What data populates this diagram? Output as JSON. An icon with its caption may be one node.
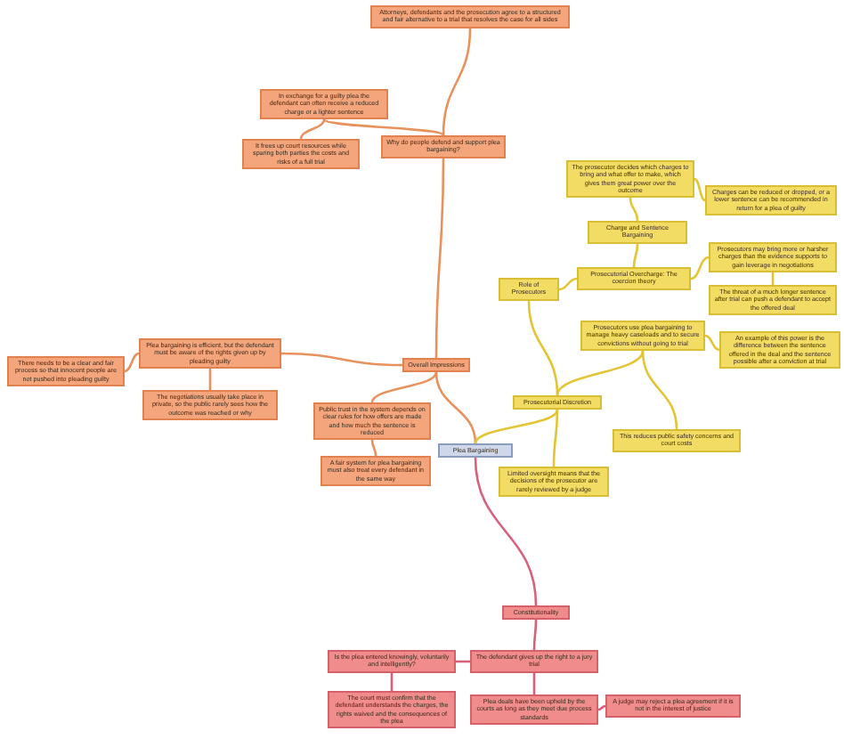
{
  "diagram": {
    "nodes": [
      {
        "text": [
          "Plea Bargaining"
        ]
      },
      {
        "text": [
          "Attorneys, defendants and the prosecution agree to a structured and fair alternative to a trial that resolves the case for all sides"
        ]
      },
      {
        "text": [
          "In exchange for a guilty plea the defendant can often receive a reduced charge or a lighter sentence"
        ]
      },
      {
        "text": [
          "It frees up court resources while sparing both parties the costs and risks of a full trial"
        ]
      },
      {
        "text": [
          "Why do people defend and support plea bargaining?"
        ]
      },
      {
        "text": [
          "Overall Impressions"
        ]
      },
      {
        "text": [
          "Plea bargaining is efficient, but the defendant must be aware of the rights given up by pleading guilty"
        ]
      },
      {
        "text": [
          "There needs to be a clear and fair process so that innocent people are not pushed into pleading guilty"
        ]
      },
      {
        "text": [
          "The negotiations usually take place in private, so the public rarely sees how the outcome was reached or why"
        ]
      },
      {
        "text": [
          "Public trust in the system depends on clear rules for how offers are made and how much the sentence is reduced"
        ]
      },
      {
        "text": [
          "A fair system for plea bargaining must also treat every defendant in the same way"
        ]
      },
      {
        "text": [
          "Prosecutorial Discretion"
        ]
      },
      {
        "text": [
          "Role of Prosecutors"
        ]
      },
      {
        "text": [
          "The prosecutor decides which charges to bring and what offer to make, which gives them great power over the outcome"
        ]
      },
      {
        "text": [
          "Charge and Sentence Bargaining"
        ]
      },
      {
        "text": [
          "Charges can be reduced or dropped, or a lower sentence can be recommended in return for a plea of guilty"
        ]
      },
      {
        "text": [
          "Prosecutorial Overcharge: The coercion theory"
        ]
      },
      {
        "text": [
          "Prosecutors may bring more or harsher charges than the evidence supports to gain leverage in negotiations"
        ]
      },
      {
        "text": [
          "The threat of a much longer sentence after trial can push a defendant to accept the offered deal"
        ]
      },
      {
        "text": [
          "Prosecutors use plea bargaining to manage heavy caseloads and to secure convictions without going to trial"
        ]
      },
      {
        "text": [
          "An example of this power is the difference between the sentence offered in the deal and the sentence possible after a conviction at trial"
        ]
      },
      {
        "text": [
          "This reduces public safety concerns and court costs"
        ]
      },
      {
        "text": [
          "Limited oversight means that the decisions of the prosecutor are rarely reviewed by a judge"
        ]
      },
      {
        "text": [
          "Constitutionality"
        ]
      },
      {
        "text": [
          "Is the plea entered knowingly, voluntarily and intelligently?"
        ]
      },
      {
        "text": [
          "The defendant gives up the right to a jury trial"
        ]
      },
      {
        "text": [
          "The court must confirm that the defendant understands the charges, the rights waived and the consequences of the plea"
        ]
      },
      {
        "text": [
          "Plea deals have been upheld by the courts as long as they meet due process standards"
        ]
      },
      {
        "text": [
          "A judge may reject a plea agreement if it is not in the interest of justice"
        ]
      }
    ],
    "edges": [
      {
        "from": 1,
        "to": 4,
        "arrow": "none",
        "color": "#e8915c"
      },
      {
        "from": 4,
        "to": 2,
        "arrow": "none",
        "color": "#e8915c"
      },
      {
        "from": 2,
        "to": 3,
        "arrow": "none",
        "color": "#e8915c"
      },
      {
        "from": 4,
        "to": 5,
        "arrow": "none",
        "color": "#e8915c"
      },
      {
        "from": 5,
        "to": 0,
        "arrow": "none",
        "color": "#e8915c"
      },
      {
        "from": 5,
        "to": 6,
        "arrow": "none",
        "color": "#e8915c"
      },
      {
        "from": 6,
        "to": 7,
        "arrow": "none",
        "color": "#e8915c"
      },
      {
        "from": 6,
        "to": 8,
        "arrow": "none",
        "color": "#e8915c"
      },
      {
        "from": 5,
        "to": 9,
        "arrow": "none",
        "color": "#e8915c"
      },
      {
        "from": 9,
        "to": 10,
        "arrow": "none",
        "color": "#e8915c"
      },
      {
        "from": 0,
        "to": 11,
        "arrow": "none"
      },
      {
        "from": 11,
        "to": 12,
        "arrow": "none"
      },
      {
        "from": 16,
        "to": 14,
        "arrow": "none"
      },
      {
        "from": 14,
        "to": 13,
        "arrow": "none"
      },
      {
        "from": 13,
        "to": 15,
        "arrow": "none"
      },
      {
        "from": 12,
        "to": 16,
        "arrow": "none"
      },
      {
        "from": 16,
        "to": 17,
        "arrow": "none"
      },
      {
        "from": 17,
        "to": 18,
        "arrow": "none"
      },
      {
        "from": 11,
        "to": 19,
        "arrow": "none"
      },
      {
        "from": 19,
        "to": 20,
        "arrow": "none"
      },
      {
        "from": 19,
        "to": 21,
        "arrow": "none"
      },
      {
        "from": 11,
        "to": 22,
        "arrow": "none"
      },
      {
        "from": 0,
        "to": 23,
        "arrow": "none",
        "color": "#d9607a"
      },
      {
        "from": 23,
        "to": 25,
        "arrow": "none",
        "color": "#d9607a"
      },
      {
        "from": 25,
        "to": 24,
        "arrow": "none",
        "color": "#d9607a"
      },
      {
        "from": 24,
        "to": 26,
        "arrow": "none",
        "color": "#d9607a"
      },
      {
        "from": 25,
        "to": 27,
        "arrow": "none",
        "color": "#d9607a"
      },
      {
        "from": 27,
        "to": 28,
        "arrow": "none",
        "color": "#d9607a"
      }
    ]
  }
}
